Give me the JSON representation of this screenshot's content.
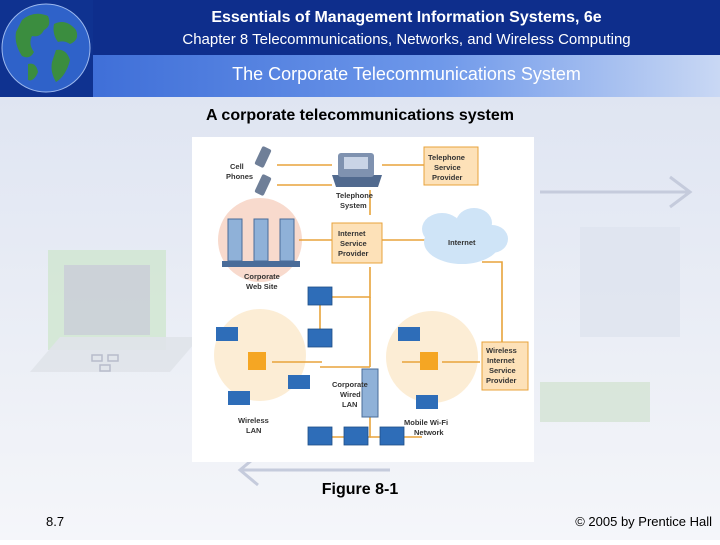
{
  "header": {
    "title": "Essentials of Management Information Systems, 6e",
    "chapter": "Chapter 8 Telecommunications, Networks, and Wireless Computing",
    "section_title": "The Corporate Telecommunications System"
  },
  "slide": {
    "caption": "A corporate telecommunications system",
    "figure_label": "Figure 8-1",
    "slide_number": "8.7",
    "copyright": "© 2005 by Prentice Hall"
  },
  "diagram": {
    "cell_phones": [
      "Cell",
      "Phones"
    ],
    "telephone_system": [
      "Telephone",
      "System"
    ],
    "telephone_provider": [
      "Telephone",
      "Service",
      "Provider"
    ],
    "corporate_web_site": [
      "Corporate",
      "Web Site"
    ],
    "isp": [
      "Internet",
      "Service",
      "Provider"
    ],
    "internet": "Internet",
    "wireless_isp": [
      "Wireless",
      "Internet",
      "Service",
      "Provider"
    ],
    "wired_lan": [
      "Corporate",
      "Wired",
      "LAN"
    ],
    "wireless_lan": [
      "Wireless",
      "LAN"
    ],
    "wifi_network": [
      "Mobile Wi-Fi",
      "Network"
    ]
  },
  "colors": {
    "header_blue": "#0e2e8c",
    "line_orange": "#e8a33b",
    "box_orange": "#f5a623",
    "cloud_blue": "#cfe4f7"
  }
}
